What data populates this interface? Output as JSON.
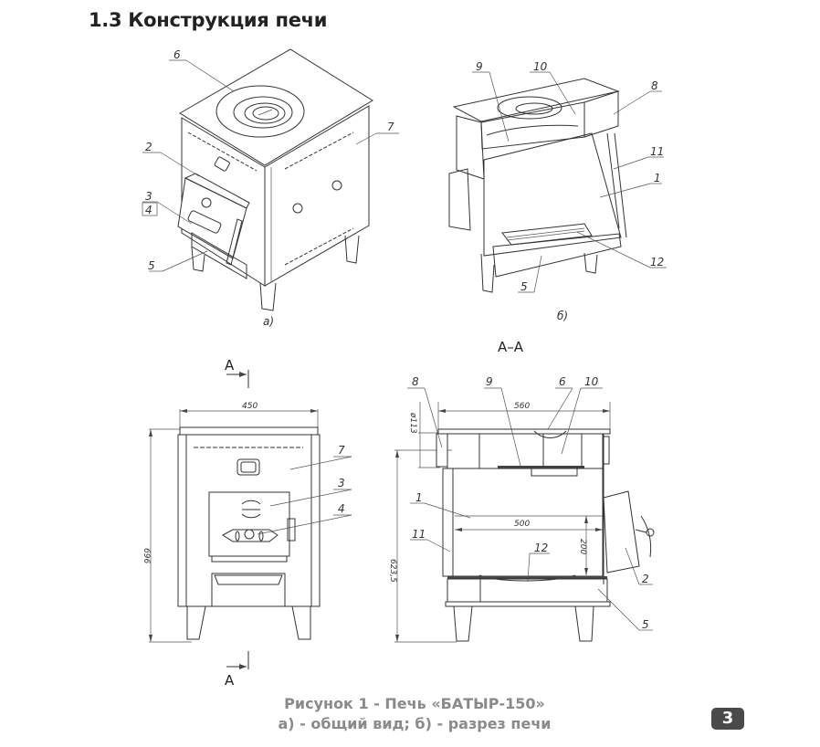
{
  "section": {
    "title": "1.3 Конструкция печи"
  },
  "figure_a": {
    "caption": "а)",
    "callouts": [
      "6",
      "7",
      "2",
      "3",
      "4",
      "5"
    ]
  },
  "figure_b": {
    "caption": "б)",
    "callouts": [
      "9",
      "10",
      "8",
      "11",
      "1",
      "12",
      "5"
    ]
  },
  "front_view": {
    "section_mark": "А",
    "width_dim": "450",
    "height_dim": "696",
    "callouts": [
      "7",
      "3",
      "4"
    ]
  },
  "section_view": {
    "title": "А–А",
    "width_dim": "560",
    "inner_dim": "500",
    "chamber_height_dim": "200",
    "height_dim": "623,5",
    "flue_dim": "ø113",
    "callouts": [
      "8",
      "9",
      "6",
      "10",
      "1",
      "11",
      "12",
      "2",
      "5"
    ]
  },
  "caption": {
    "line1": "Рисунок 1 - Печь «БАТЫР-150»",
    "line2": "а) - общий вид; б) - разрез печи"
  },
  "page": {
    "number": "3"
  }
}
